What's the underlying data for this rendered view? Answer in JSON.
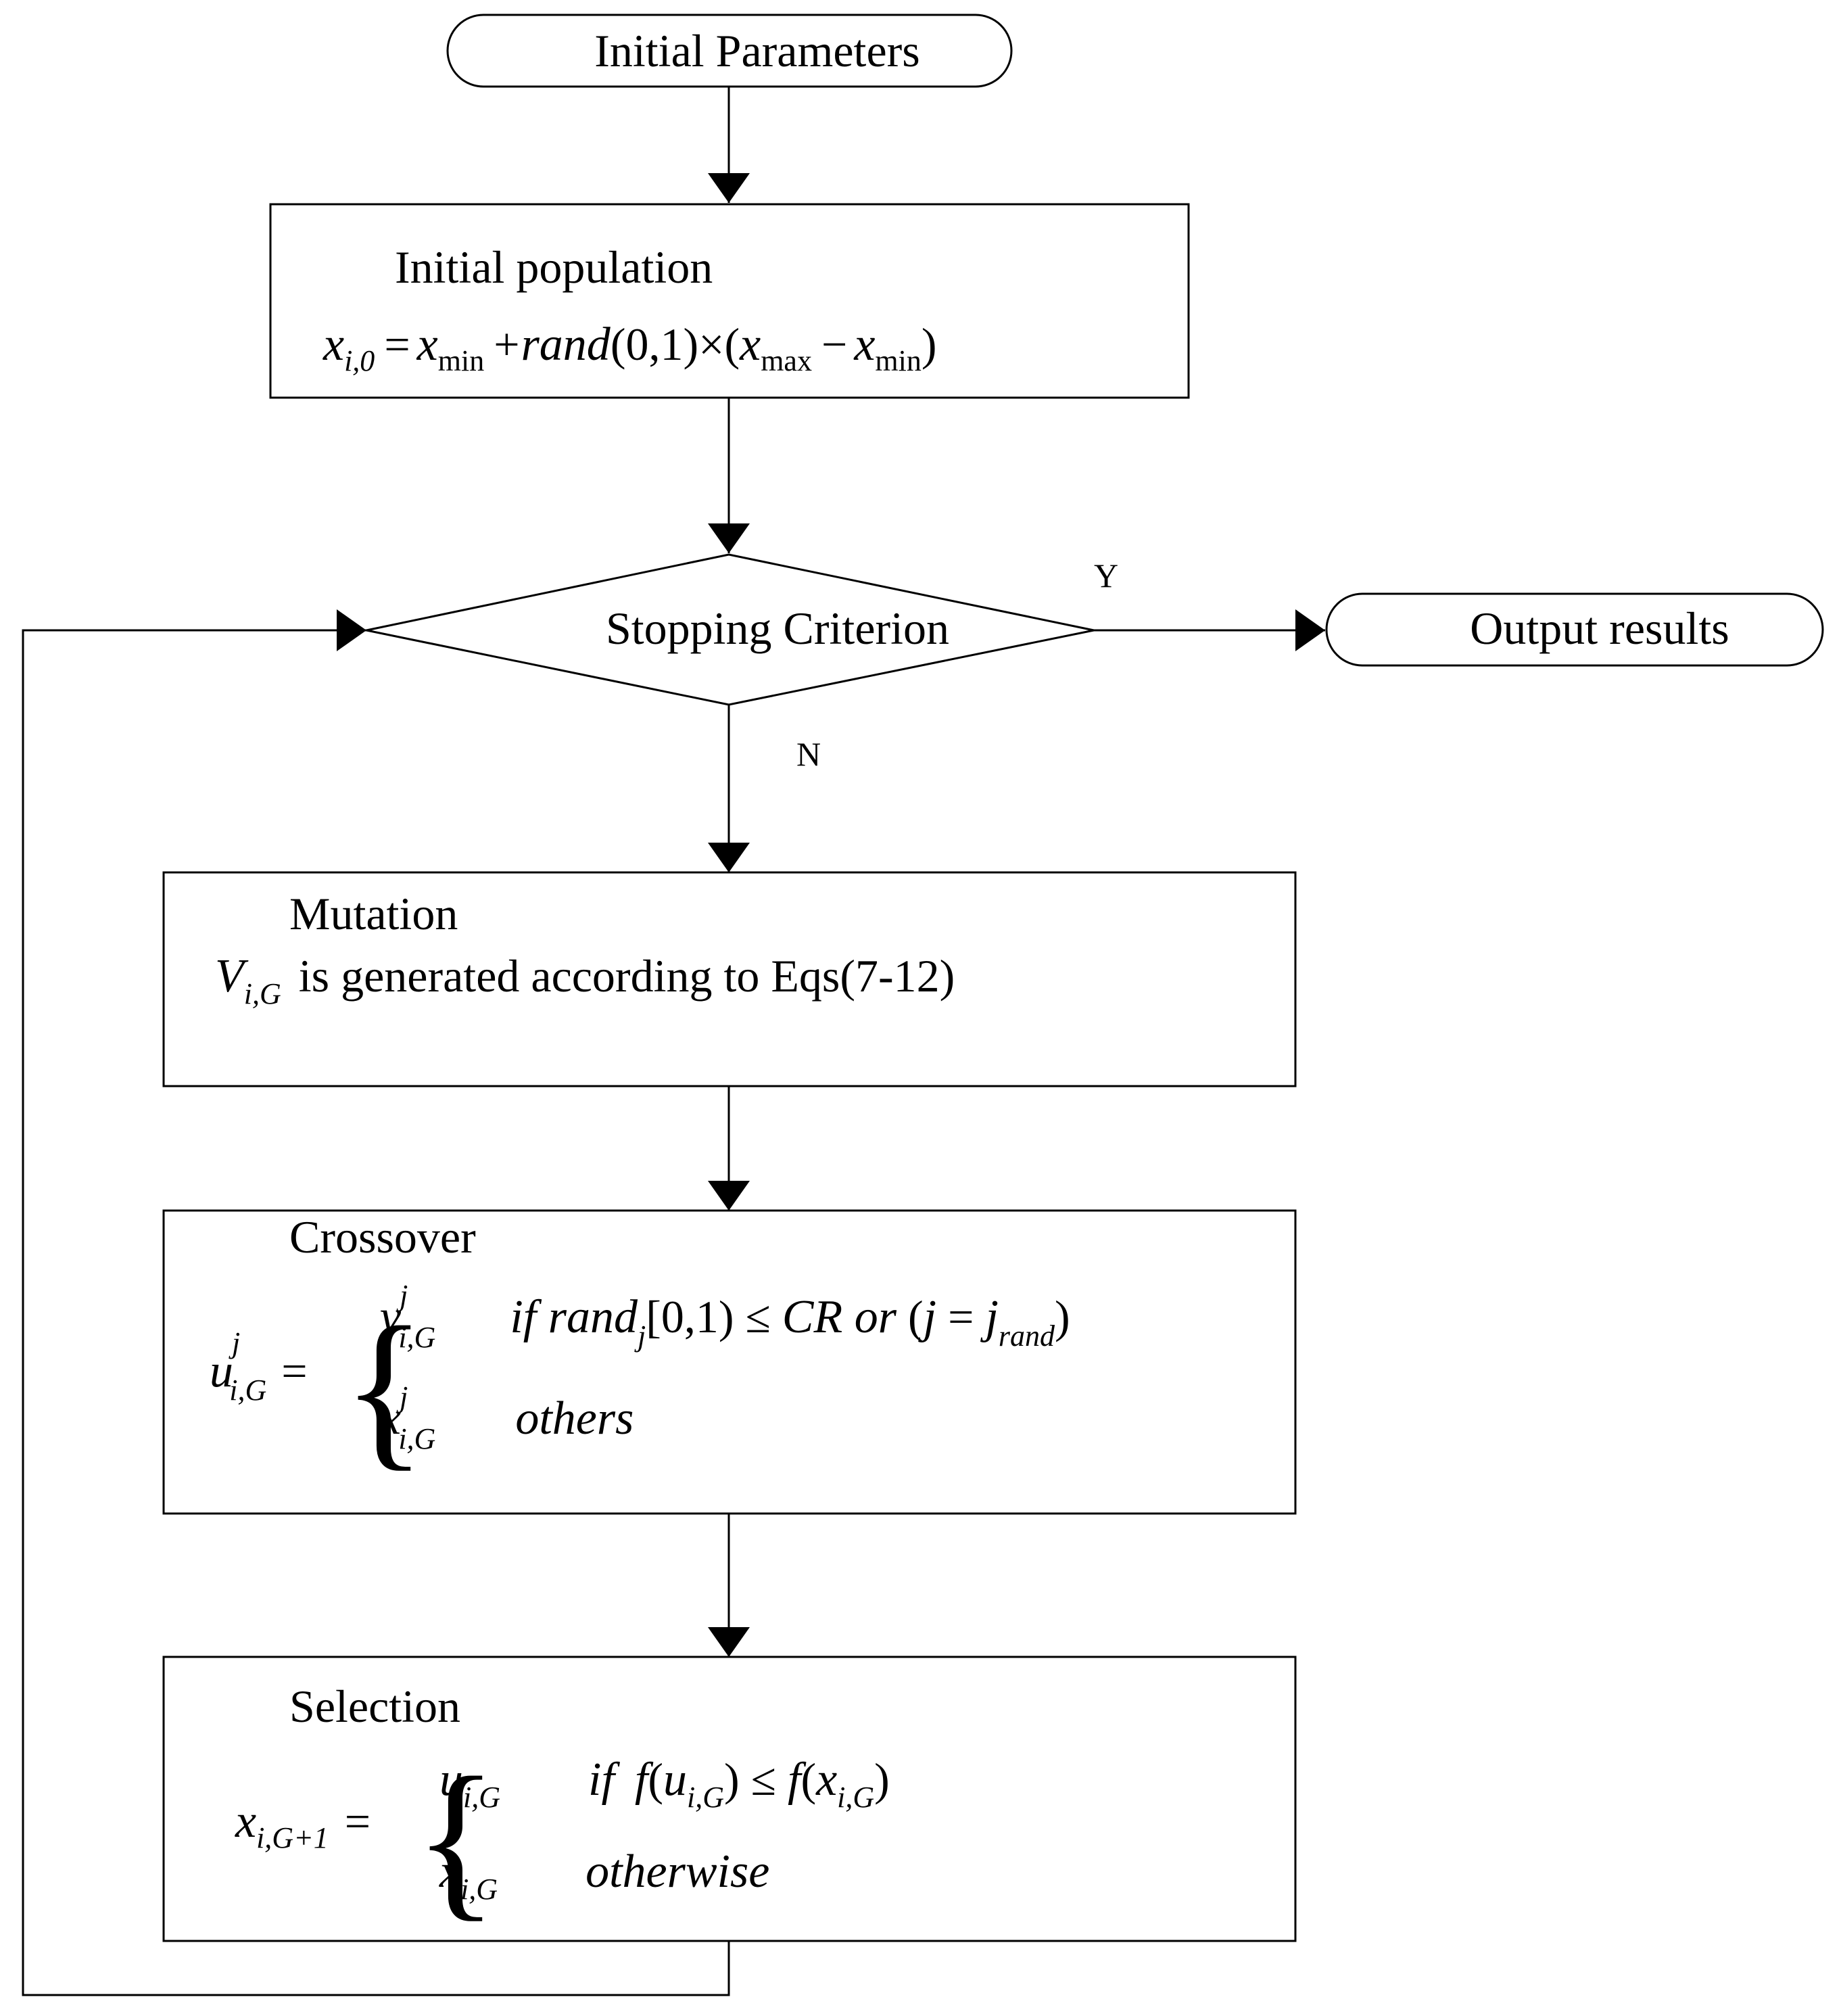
{
  "nodes": {
    "start": "Initial Parameters",
    "init": {
      "title": "Initial population",
      "formula": {
        "lhs": "x",
        "lhs_sub": "i,0",
        "eq": "=",
        "a": "x",
        "a_sub": "min",
        "plus": "+",
        "rand": "rand",
        "args": "(0,1)×(",
        "b": "x",
        "b_sub": "max",
        "minus": "−",
        "c": "x",
        "c_sub": "min",
        "close": ")"
      }
    },
    "decision": "Stopping Criterion",
    "end": "Output results",
    "mutation": {
      "title": "Mutation",
      "var": "V",
      "var_sub": "i,G",
      "text": "is generated according to Eqs(7-12)"
    },
    "crossover": {
      "title": "Crossover",
      "lhs": "u",
      "lhs_sup": "j",
      "lhs_sub": "i,G",
      "eq": "=",
      "brace": "{",
      "case1_var": "v",
      "case1_sup": "j",
      "case1_sub": "i,G",
      "case1_cond_a": "if rand",
      "case1_cond_sub": "j",
      "case1_cond_b": "[0,1) ≤ ",
      "case1_cond_c": "CR or",
      "case1_cond_d": " (",
      "case1_cond_e": "j",
      "case1_cond_f": " = ",
      "case1_cond_g": "j",
      "case1_cond_gsub": "rand",
      "case1_cond_h": ")",
      "case2_var": "x",
      "case2_sup": "j",
      "case2_sub": "i,G",
      "case2_cond": "others"
    },
    "selection": {
      "title": "Selection",
      "lhs": "x",
      "lhs_sub": "i,G+1",
      "eq": "=",
      "brace": "{",
      "case1_var": "u",
      "case1_sub": "i,G",
      "case1_if": "if",
      "case1_f1": "f",
      "case1_p1": "(",
      "case1_u": "u",
      "case1_usub": "i,G",
      "case1_mid": ") ≤ ",
      "case1_f2": "f",
      "case1_p2": "(",
      "case1_x": "x",
      "case1_xsub": "i,G",
      "case1_end": ")",
      "case2_var": "x",
      "case2_sub": "i,G",
      "case2_cond": "otherwise"
    }
  },
  "edges": {
    "yes": "Y",
    "no": "N"
  }
}
